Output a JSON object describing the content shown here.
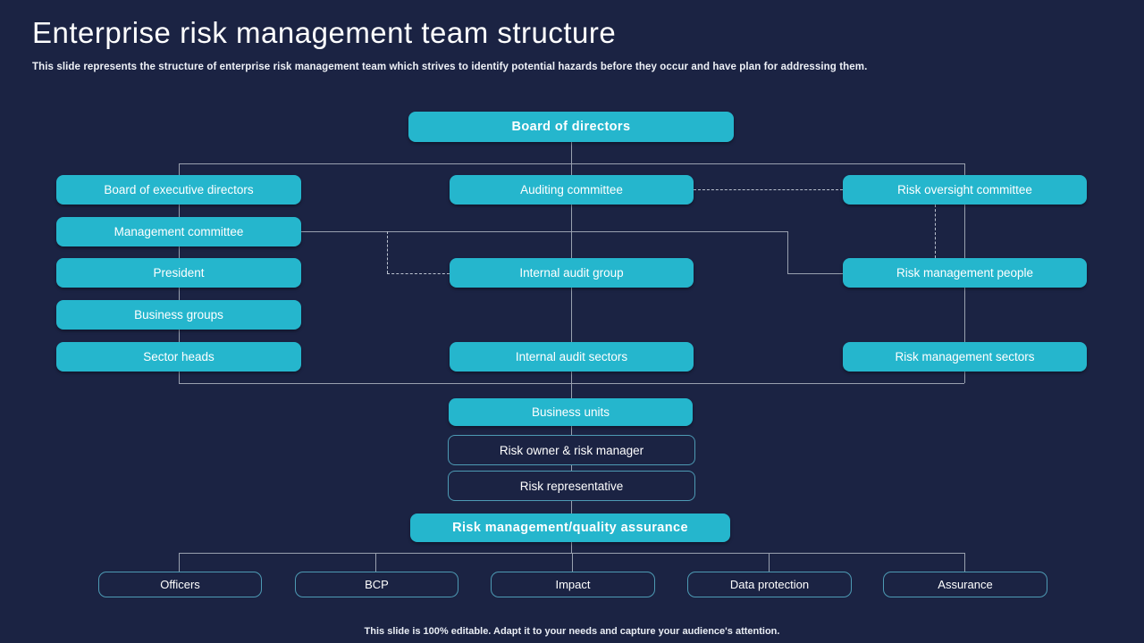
{
  "slide": {
    "title": "Enterprise risk management team structure",
    "subtitle": "This slide represents the structure of enterprise risk management team which strives to identify potential hazards before they occur and have plan for addressing them.",
    "footer": "This slide is 100% editable. Adapt it to your needs and capture your audience's attention."
  },
  "colors": {
    "background": "#1b2343",
    "node_fill": "#25b6cd",
    "node_outline_border": "#4d9ab4",
    "connector_solid": "#99a0af",
    "connector_dashed": "#bcc3d0",
    "text": "#ffffff"
  },
  "org_chart": {
    "board_of_directors": "Board of directors",
    "board_of_executive_directors": "Board of executive directors",
    "auditing_committee": "Auditing committee",
    "risk_oversight_committee": "Risk oversight committee",
    "management_committee": "Management committee",
    "president": "President",
    "internal_audit_group": "Internal audit group",
    "risk_management_people": "Risk management people",
    "business_groups": "Business groups",
    "sector_heads": "Sector heads",
    "internal_audit_sectors": "Internal audit sectors",
    "risk_management_sectors": "Risk management sectors",
    "business_units": "Business units",
    "risk_owner_risk_manager": "Risk owner & risk manager",
    "risk_representative": "Risk representative",
    "risk_management_quality_assurance": "Risk management/quality assurance",
    "officers": "Officers",
    "bcp": "BCP",
    "impact": "Impact",
    "data_protection": "Data protection",
    "assurance": "Assurance"
  }
}
